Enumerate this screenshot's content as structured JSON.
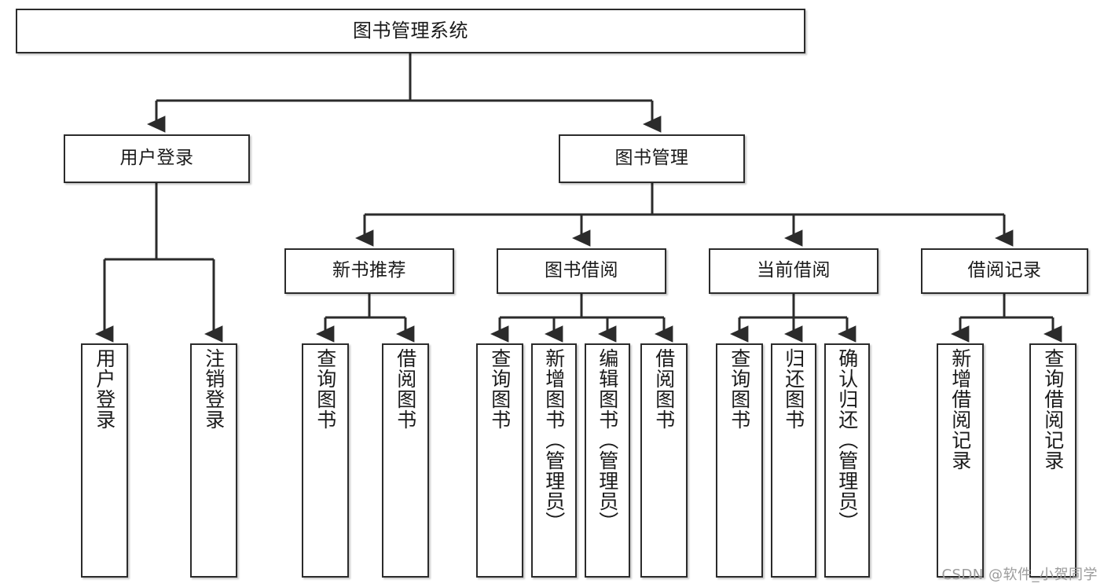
{
  "diagram": {
    "title": "图书管理系统",
    "type": "hierarchy-tree",
    "colors": {
      "box_border": "#2b2b2b",
      "box_fill": "#ffffff",
      "connector": "#2b2b2b",
      "watermark": "#9b9b9b",
      "background": "#ffffff"
    },
    "root": {
      "label": "图书管理系统"
    },
    "level2": [
      {
        "label": "用户登录"
      },
      {
        "label": "图书管理"
      }
    ],
    "level3": [
      {
        "label": "新书推荐"
      },
      {
        "label": "图书借阅"
      },
      {
        "label": "当前借阅"
      },
      {
        "label": "借阅记录"
      }
    ],
    "leaves": {
      "user_login": [
        {
          "label": "用户登录"
        },
        {
          "label": "注销登录"
        }
      ],
      "new_book_recommend": [
        {
          "label": "查询图书"
        },
        {
          "label": "借阅图书"
        }
      ],
      "book_borrow": [
        {
          "label": "查询图书"
        },
        {
          "label": "新增图书（管理员）"
        },
        {
          "label": "编辑图书（管理员）"
        },
        {
          "label": "借阅图书"
        }
      ],
      "current_borrow": [
        {
          "label": "查询图书"
        },
        {
          "label": "归还图书"
        },
        {
          "label": "确认归还（管理员）"
        }
      ],
      "borrow_record": [
        {
          "label": "新增借阅记录"
        },
        {
          "label": "查询借阅记录"
        }
      ]
    },
    "watermark": "CSDN @软件_小贺同学"
  }
}
